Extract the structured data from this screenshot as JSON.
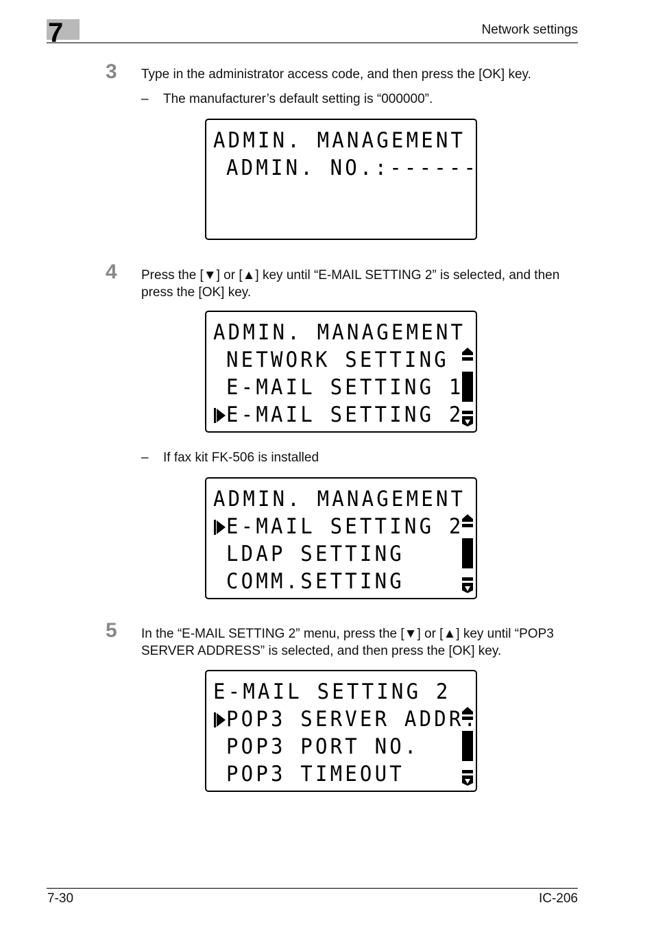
{
  "header": {
    "chapter_number": "7",
    "title": "Network settings"
  },
  "step3": {
    "number": "3",
    "text": "Type in the administrator access code, and then press the [OK] key.",
    "note_dash": "–",
    "note": "The manufacturer’s default setting is “000000”.",
    "lcd": {
      "line1": "ADMIN. MANAGEMENT",
      "line2": "ADMIN. NO.:------"
    }
  },
  "step4": {
    "number": "4",
    "text": "Press the [▼] or [▲] key until “E-MAIL SETTING 2” is selected, and then press the [OK] key.",
    "lcd": {
      "line1": "ADMIN. MANAGEMENT",
      "line2": "NETWORK SETTING",
      "line3": "E-MAIL SETTING 1",
      "line4": "E-MAIL SETTING 2"
    },
    "note_dash": "–",
    "note": "If fax kit FK-506 is installed",
    "lcd_fax": {
      "line1": "ADMIN. MANAGEMENT",
      "line2": "E-MAIL SETTING 2",
      "line3": "LDAP SETTING",
      "line4": "COMM.SETTING"
    }
  },
  "step5": {
    "number": "5",
    "text": "In the “E-MAIL SETTING 2” menu, press the [▼] or [▲] key until “POP3 SERVER ADDRESS” is selected, and then press the [OK] key.",
    "lcd": {
      "line1": "E-MAIL SETTING 2",
      "line2": "POP3 SERVER ADDR.",
      "line3": "POP3 PORT NO.",
      "line4": "POP3 TIMEOUT"
    }
  },
  "footer": {
    "page": "7-30",
    "model": "IC-206"
  },
  "icons": [
    "selection-cursor-icon",
    "scrollbar-icon"
  ]
}
